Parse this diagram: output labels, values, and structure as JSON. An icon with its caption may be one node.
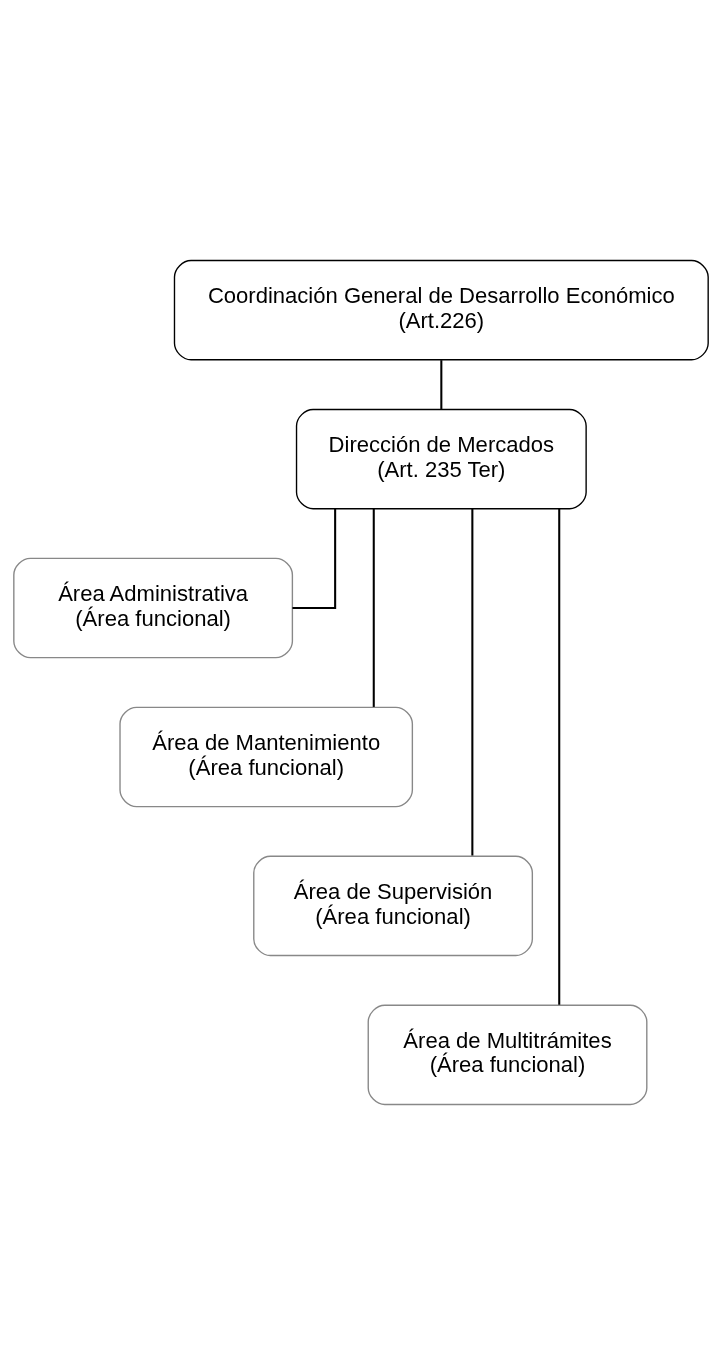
{
  "diagram": {
    "nodes": [
      {
        "text": [
          "Coordinación General de Desarrollo Económico",
          "(Art.226)"
        ]
      },
      {
        "text": [
          "Dirección de Mercados",
          "(Art. 235 Ter)"
        ]
      },
      {
        "text": [
          "Área Administrativa",
          "(Área funcional)"
        ]
      },
      {
        "text": [
          "Área de Mantenimiento",
          "(Área funcional)"
        ]
      },
      {
        "text": [
          "Área de Supervisión",
          "(Área funcional)"
        ]
      },
      {
        "text": [
          "Área de Multitrámites",
          "(Área funcional)"
        ]
      }
    ],
    "edges": [
      {
        "from": 0,
        "to": 1,
        "arrow": "none"
      },
      {
        "from": 1,
        "to": 2,
        "arrow": "none"
      },
      {
        "from": 1,
        "to": 3,
        "arrow": "none"
      },
      {
        "from": 1,
        "to": 4,
        "arrow": "none"
      },
      {
        "from": 1,
        "to": 5,
        "arrow": "none"
      }
    ]
  }
}
